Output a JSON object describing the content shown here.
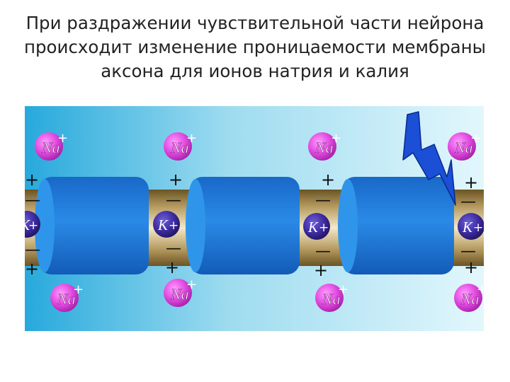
{
  "title": {
    "line1": "При раздражении чувствительной части нейрона",
    "line2": "происходит изменение проницаемости мембраны",
    "line3": "аксона для ионов натрия и калия"
  },
  "labels": {
    "sodium": "Na",
    "potassium": "K",
    "plus": "+",
    "minus": "—"
  },
  "colors": {
    "background_light": "#d6f4fb",
    "background_dark": "#27a9dc",
    "myelin": "#1f78d8",
    "axon": "#a58a52",
    "sodium_ion": "#e24ae0",
    "potassium_ion": "#3b2a9c",
    "lightning": "#1a4fd6"
  }
}
